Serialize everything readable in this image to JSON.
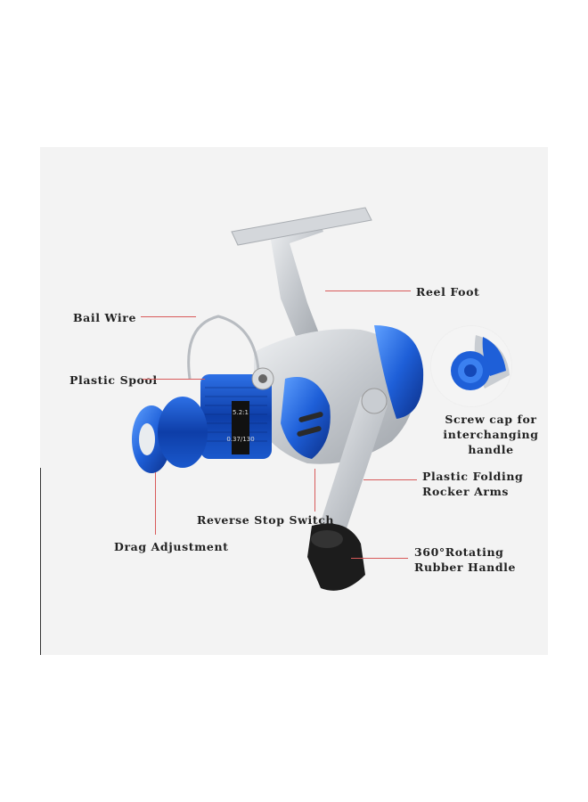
{
  "labels": {
    "reel_foot": "Reel Foot",
    "bail_wire": "Bail Wire",
    "plastic_spool": "Plastic Spool",
    "screw_cap_line1": "Screw cap for",
    "screw_cap_line2": "interchanging handle",
    "plastic_folding_line1": "Plastic Folding",
    "plastic_folding_line2": "Rocker Arms",
    "reverse_stop": "Reverse Stop Switch",
    "drag_adjustment": "Drag Adjustment",
    "rotating_handle_line1": "360°Rotating",
    "rotating_handle_line2": "Rubber Handle"
  },
  "reel_text": {
    "ratio": "5.2:1",
    "spec": "0.37/130"
  },
  "colors": {
    "accent_blue": "#1e5fd8",
    "silver": "#c9cdd2",
    "leader_red": "#d85a5a",
    "background": "#f3f3f3"
  }
}
